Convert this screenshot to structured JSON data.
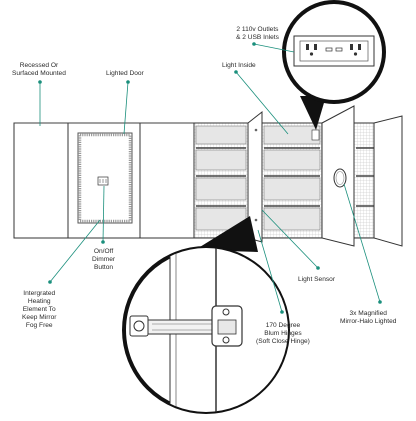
{
  "callouts": {
    "outlets": [
      "2 110v Outlets",
      "& 2 USB Inlets"
    ],
    "recessed": [
      "Recessed Or",
      "Surfaced Mounted"
    ],
    "lighted_door": [
      "Lighted Door"
    ],
    "light_inside": [
      "Light Inside"
    ],
    "dimmer": [
      "On/Off",
      "Dimmer",
      "Button"
    ],
    "heating": [
      "Intergrated",
      "Heating",
      "Element To",
      "Keep Mirror",
      "Fog Free"
    ],
    "light_sensor": [
      "Light Sensor"
    ],
    "hinges": [
      "170 Degree",
      "Blum Hinges",
      "(Soft Close Hinge)"
    ],
    "magnified": [
      "3x Magnified",
      "Mirror-Halo Lighted"
    ]
  },
  "colors": {
    "leader": "#1a8f7c",
    "outline": "#333333",
    "shelf_shade": "#d9d9d9",
    "led_glow": "#9a9a9a"
  }
}
